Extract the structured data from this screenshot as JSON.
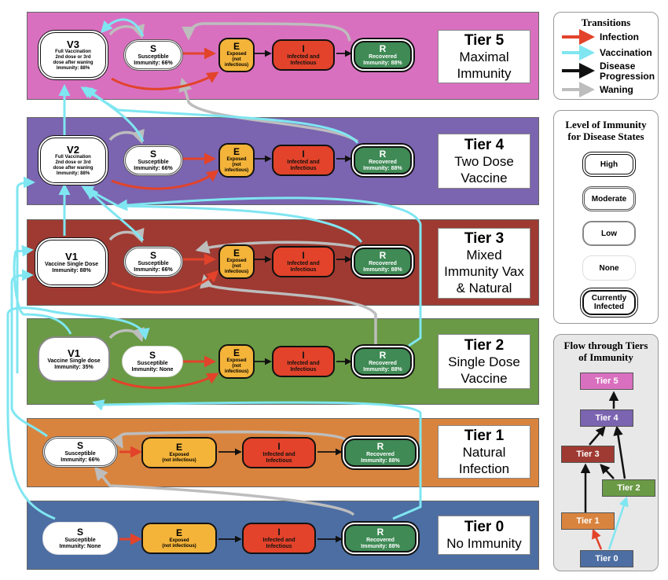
{
  "colors": {
    "tier5": "#d970bf",
    "tier4": "#7b64b0",
    "tier3": "#9e3a32",
    "tier2": "#6a9a45",
    "tier1": "#d9843e",
    "tier0": "#4d6ea3",
    "infection": "#e2432a",
    "vaccination": "#7fe6f1",
    "progression": "#111111",
    "waning": "#bdbdbd",
    "exposed": "#f4b43a",
    "infected": "#e2432a",
    "recovered": "#3f8a55"
  },
  "tiers": [
    {
      "id": "tier5",
      "title": "Tier 5",
      "desc": [
        "Maximal",
        "Immunity"
      ]
    },
    {
      "id": "tier4",
      "title": "Tier 4",
      "desc": [
        "Two Dose",
        "Vaccine"
      ]
    },
    {
      "id": "tier3",
      "title": "Tier 3",
      "desc": [
        "Mixed",
        "Immunity Vax",
        "& Natural"
      ]
    },
    {
      "id": "tier2",
      "title": "Tier 2",
      "desc": [
        "Single Dose",
        "Vaccine"
      ]
    },
    {
      "id": "tier1",
      "title": "Tier 1",
      "desc": [
        "Natural",
        "Infection"
      ]
    },
    {
      "id": "tier0",
      "title": "Tier 0",
      "desc": [
        "No Immunity"
      ]
    }
  ],
  "nodes": {
    "v3": {
      "letter": "V3",
      "lines": [
        "Full Vaccination",
        "2nd dose or 3rd",
        "dose after waning",
        "Immunity: 88%"
      ]
    },
    "v2": {
      "letter": "V2",
      "lines": [
        "Full Vaccination",
        "2nd dose or 3rd",
        "dose after waning",
        "Immunity: 88%"
      ]
    },
    "v1_t3": {
      "letter": "V1",
      "lines": [
        "Vaccine Single Dose",
        "Immunity: 88%"
      ]
    },
    "v1_t2": {
      "letter": "V1",
      "lines": [
        "Vaccine Single dose",
        "Immunity: 35%"
      ]
    },
    "s_t5": {
      "letter": "S",
      "lines": [
        "Susceptible",
        "Immunity: 66%"
      ]
    },
    "s_t4": {
      "letter": "S",
      "lines": [
        "Susceptible",
        "Immunity: 66%"
      ]
    },
    "s_t3": {
      "letter": "S",
      "lines": [
        "Susceptible",
        "Immunity: 66%"
      ]
    },
    "s_t2": {
      "letter": "S",
      "lines": [
        "Susceptible",
        "Immunity: None"
      ]
    },
    "s_t1": {
      "letter": "S",
      "lines": [
        "Susceptible",
        "Immunity: 66%"
      ]
    },
    "s_t0": {
      "letter": "S",
      "lines": [
        "Susceptible",
        "Immunity: None"
      ]
    },
    "e_small": {
      "letter": "E",
      "lines": [
        "Exposed",
        "(not",
        "infectious)"
      ]
    },
    "e_wide": {
      "letter": "E",
      "lines": [
        "Exposed",
        "(not infectious)"
      ]
    },
    "i": {
      "letter": "I",
      "lines": [
        "Infected and",
        "Infectious"
      ]
    },
    "r": {
      "letter": "R",
      "lines": [
        "Recovered",
        "Immunity: 88%"
      ]
    }
  },
  "legend": {
    "title": "Transitions",
    "items": [
      {
        "label": "Infection",
        "color": "#e2432a"
      },
      {
        "label": "Vaccination",
        "color": "#7fe6f1"
      },
      {
        "label": "Disease Progression",
        "color": "#111111"
      },
      {
        "label": "Waning",
        "color": "#bdbdbd"
      }
    ]
  },
  "immunity_legend": {
    "title": "Level of Immunity for Disease States",
    "levels": [
      "High",
      "Moderate",
      "Low",
      "None",
      "Currently Infected"
    ]
  },
  "flow": {
    "title": "Flow through Tiers of Immunity",
    "tiers": [
      {
        "label": "Tier 5",
        "color": "#d970bf"
      },
      {
        "label": "Tier 4",
        "color": "#7b64b0"
      },
      {
        "label": "Tier 3",
        "color": "#9e3a32"
      },
      {
        "label": "Tier 2",
        "color": "#6a9a45"
      },
      {
        "label": "Tier 1",
        "color": "#d9843e"
      },
      {
        "label": "Tier 0",
        "color": "#4d6ea3"
      }
    ]
  }
}
